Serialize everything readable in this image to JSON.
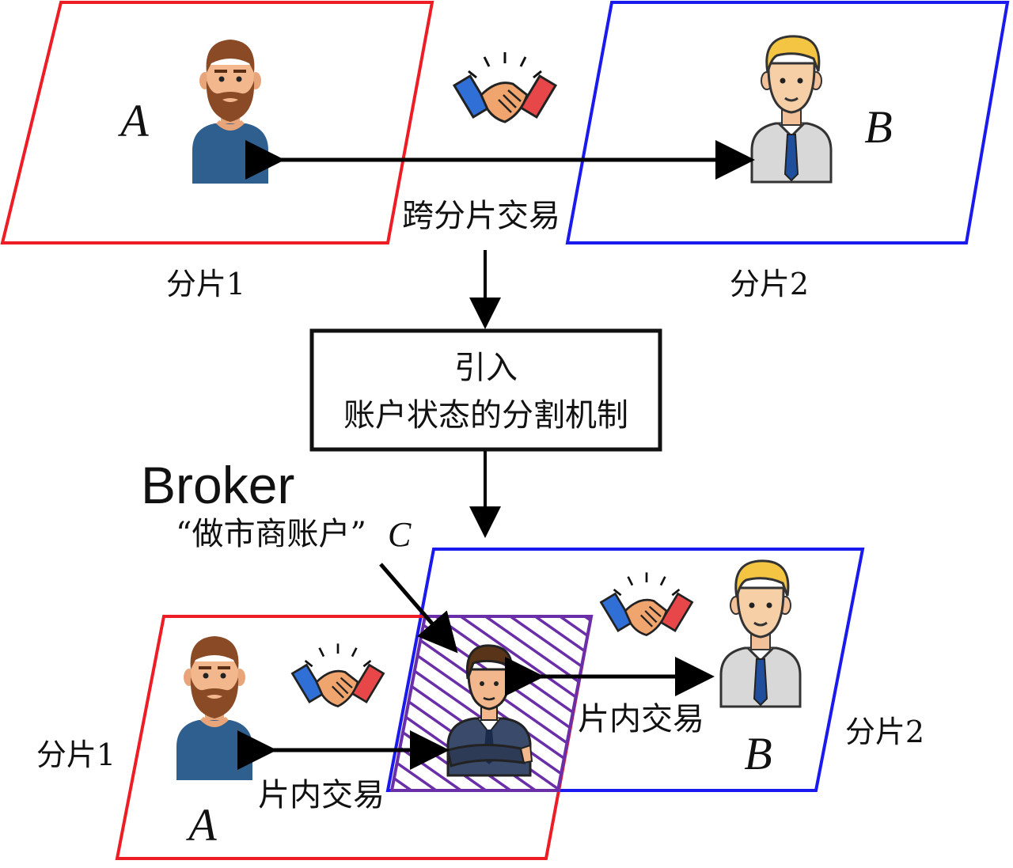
{
  "colors": {
    "shard1": "#ee1c25",
    "shard2": "#1a1aee",
    "broker": "#6a2ea8",
    "arrow": "#000000",
    "handshake_left": "#2f6fd6",
    "handshake_right": "#e8474a",
    "hand": "#f0a46e"
  },
  "top": {
    "shard1_label": "分片1",
    "shard2_label": "分片2",
    "account_a": "A",
    "account_b": "B",
    "cross_shard_tx": "跨分片交易"
  },
  "mechanism_box": {
    "line1": "引入",
    "line2": "账户状态的分割机制"
  },
  "broker": {
    "title": "Broker",
    "subtitle": "“做市商账户”",
    "account_c": "C"
  },
  "bottom": {
    "shard1_label": "分片1",
    "shard2_label": "分片2",
    "account_a": "A",
    "account_b": "B",
    "intra_tx_left": "片内交易",
    "intra_tx_right": "片内交易"
  },
  "icons": [
    "bearded-man-icon",
    "blond-man-icon",
    "handshake-icon",
    "businessman-icon"
  ]
}
